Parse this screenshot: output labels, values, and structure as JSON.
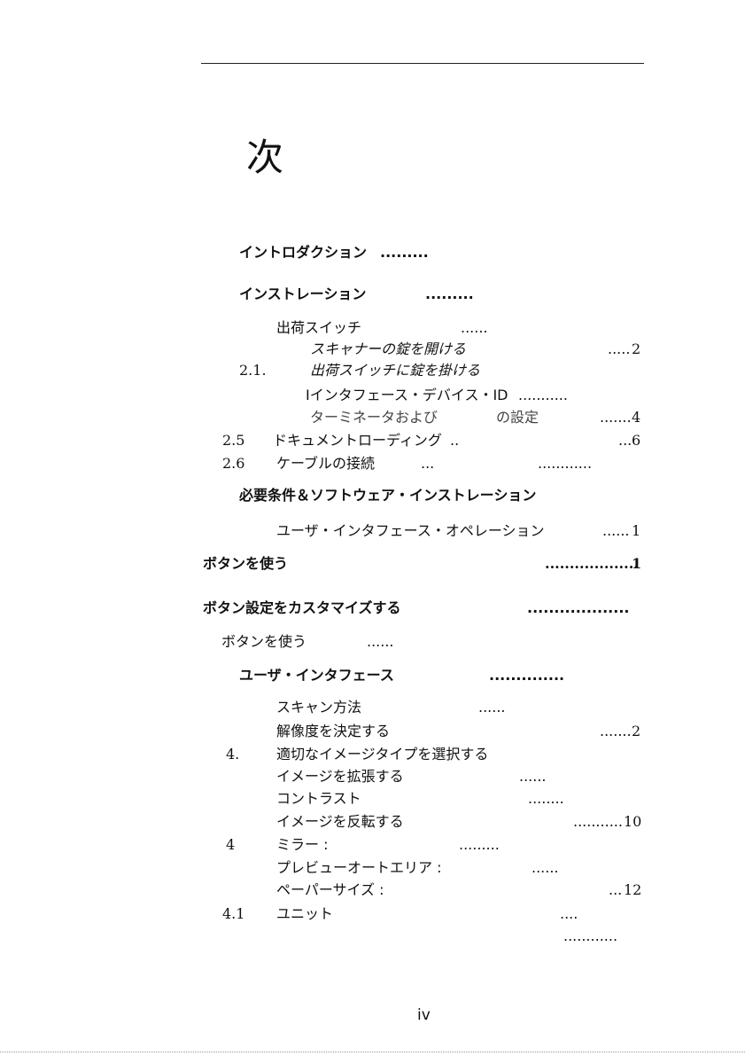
{
  "heading": "次",
  "entries": [
    {
      "num": "",
      "title": "イントロダクション",
      "dots": ".........",
      "page": ""
    },
    {
      "num": "",
      "title": "インストレーション",
      "dots": ".........",
      "page": ""
    },
    {
      "num": "",
      "title": "出荷スイッチ",
      "dots": "......",
      "page": ""
    },
    {
      "num": "",
      "title": "スキャナーの錠を開ける",
      "dots": ".....",
      "page": "2"
    },
    {
      "num": "2.1.",
      "title": "出荷スイッチに錠を掛ける",
      "dots": "",
      "page": ""
    },
    {
      "num": "",
      "title": "Iインタフェース・デバイス・ID",
      "dots": "...........",
      "page": ""
    },
    {
      "num": "",
      "title": "ターミネータおよび",
      "title2": "の設定",
      "dots": ".......",
      "page": "4"
    },
    {
      "num": "2.5",
      "title": "ドキュメントローディング",
      "dots": "..",
      "dots2": "...",
      "page": "6"
    },
    {
      "num": "2.6",
      "title": "ケーブルの接続",
      "dots": "...",
      "dots2": "............",
      "page": ""
    },
    {
      "num": "",
      "title": "必要条件＆ソフトウェア・インストレーション",
      "dots": "",
      "page": ""
    },
    {
      "num": "",
      "title": "ユーザ・インタフェース・オペレーション",
      "dots": "......",
      "page": "1"
    },
    {
      "num": "",
      "title": "ボタンを使う",
      "dots": "...................",
      "page": "1"
    },
    {
      "num": "",
      "title": "ボタン設定をカスタマイズする",
      "dots": "...................",
      "page": ""
    },
    {
      "num": "",
      "title": "ボタンを使う",
      "dots": "......",
      "page": ""
    },
    {
      "num": "",
      "title": "ユーザ・インタフェース",
      "dots": "..............",
      "page": ""
    },
    {
      "num": "",
      "title": "スキャン方法",
      "dots": "......",
      "page": ""
    },
    {
      "num": "",
      "title": "解像度を決定する",
      "dots": ".......",
      "page": "2"
    },
    {
      "num": "4.",
      "title": "適切なイメージタイプを選択する",
      "dots": "",
      "page": ""
    },
    {
      "num": "",
      "title": "イメージを拡張する",
      "dots": "......",
      "page": ""
    },
    {
      "num": "",
      "title": "コントラスト",
      "dots": "........",
      "page": ""
    },
    {
      "num": "",
      "title": "イメージを反転する",
      "dots": "...........",
      "page": "10"
    },
    {
      "num": "4",
      "title": "ミラー :",
      "dots": ".........",
      "page": ""
    },
    {
      "num": "",
      "title": "プレビューオートエリア :",
      "dots": "......",
      "page": ""
    },
    {
      "num": "",
      "title": "ペーパーサイズ :",
      "dots": "...",
      "page": "12"
    },
    {
      "num": "4.1",
      "title": "ユニット",
      "dots": "....",
      "page": ""
    },
    {
      "num": "",
      "title": "",
      "dots": "............",
      "page": ""
    }
  ],
  "footer": {
    "page_number": "iv"
  }
}
